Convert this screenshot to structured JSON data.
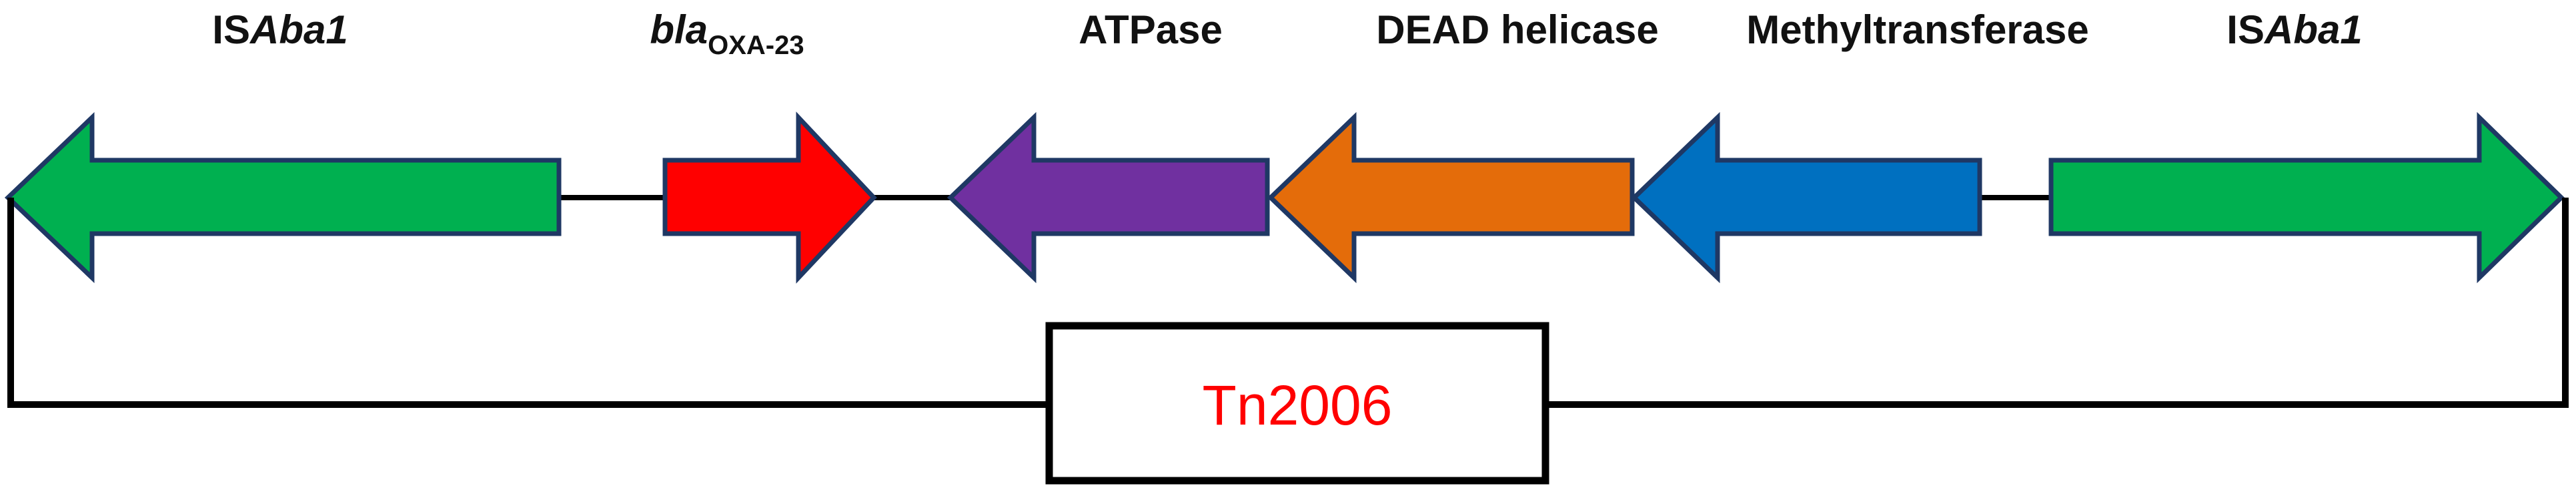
{
  "genes": [
    {
      "id": "isaba1-left",
      "label_prefix": "IS",
      "label_italic": "Aba1",
      "label_sub": "",
      "direction": "left",
      "fill": "#00B050"
    },
    {
      "id": "bla-oxa-23",
      "label_prefix": "",
      "label_italic": "bla",
      "label_sub": "OXA-23",
      "direction": "right",
      "fill": "#FF0000"
    },
    {
      "id": "atpase",
      "label_prefix": "ATPase",
      "label_italic": "",
      "label_sub": "",
      "direction": "left",
      "fill": "#7030A0"
    },
    {
      "id": "dead-helicase",
      "label_prefix": "DEAD helicase",
      "label_italic": "",
      "label_sub": "",
      "direction": "left",
      "fill": "#E46C0A"
    },
    {
      "id": "methyltransferase",
      "label_prefix": "Methyltransferase",
      "label_italic": "",
      "label_sub": "",
      "direction": "left",
      "fill": "#0070C0"
    },
    {
      "id": "isaba1-right",
      "label_prefix": "IS",
      "label_italic": "Aba1",
      "label_sub": "",
      "direction": "right",
      "fill": "#00B050"
    }
  ],
  "transposon": {
    "label": "Tn2006",
    "label_color": "#FF0000"
  },
  "colors": {
    "outline": "#1F3864",
    "line": "#000000"
  }
}
